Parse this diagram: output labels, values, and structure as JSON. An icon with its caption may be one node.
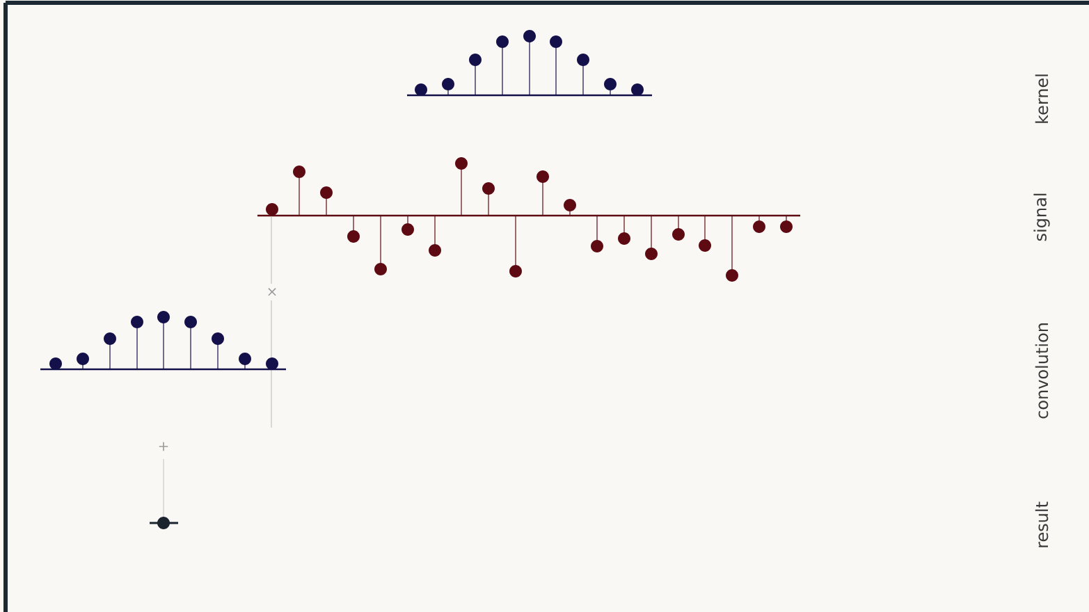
{
  "diagram": {
    "labels": [
      "kernel",
      "signal",
      "convolution",
      "result",
      "×",
      "+"
    ]
  }
}
